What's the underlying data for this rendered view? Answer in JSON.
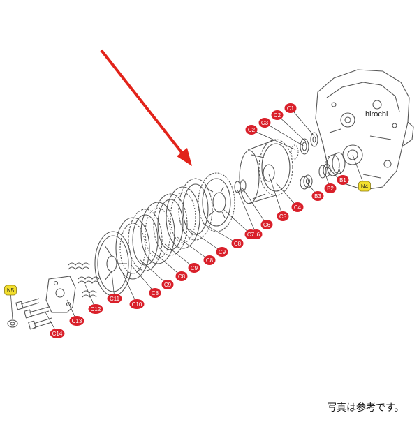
{
  "diagram": {
    "watermark": "hirochi",
    "caption": "写真は参考です。",
    "colors": {
      "label_fill": "#d9202a",
      "label_alt_fill": "#f3df2e",
      "label_text": "#ffffff",
      "label_alt_text": "#222222",
      "arrow": "#e2231a",
      "line_art": "#555555"
    },
    "labels": [
      {
        "id": "C1",
        "text": "C1",
        "style": "red"
      },
      {
        "id": "C2a",
        "text": "C2",
        "style": "red"
      },
      {
        "id": "C3",
        "text": "C3",
        "style": "red"
      },
      {
        "id": "C2b",
        "text": "C2",
        "style": "red"
      },
      {
        "id": "B1",
        "text": "B1",
        "style": "red"
      },
      {
        "id": "B2",
        "text": "B2",
        "style": "red"
      },
      {
        "id": "B3",
        "text": "B3",
        "style": "red"
      },
      {
        "id": "N4",
        "text": "N4",
        "style": "yellow"
      },
      {
        "id": "C4",
        "text": "C4",
        "style": "red"
      },
      {
        "id": "C5",
        "text": "C5",
        "style": "red"
      },
      {
        "id": "C6a",
        "text": "C6",
        "style": "red"
      },
      {
        "id": "C6b",
        "text": "C6",
        "style": "red"
      },
      {
        "id": "C7",
        "text": "C7",
        "style": "red"
      },
      {
        "id": "C8a",
        "text": "C8",
        "style": "red"
      },
      {
        "id": "C9a",
        "text": "C9",
        "style": "red"
      },
      {
        "id": "C8b",
        "text": "C8",
        "style": "red"
      },
      {
        "id": "C9b",
        "text": "C9",
        "style": "red"
      },
      {
        "id": "C8c",
        "text": "C8",
        "style": "red"
      },
      {
        "id": "C9c",
        "text": "C9",
        "style": "red"
      },
      {
        "id": "C8d",
        "text": "C8",
        "style": "red"
      },
      {
        "id": "C10",
        "text": "C10",
        "style": "red"
      },
      {
        "id": "C11",
        "text": "C11",
        "style": "red"
      },
      {
        "id": "C12",
        "text": "C12",
        "style": "red"
      },
      {
        "id": "C13",
        "text": "C13",
        "style": "red"
      },
      {
        "id": "C14",
        "text": "C14",
        "style": "red"
      },
      {
        "id": "N5",
        "text": "N5",
        "style": "yellow"
      }
    ]
  }
}
